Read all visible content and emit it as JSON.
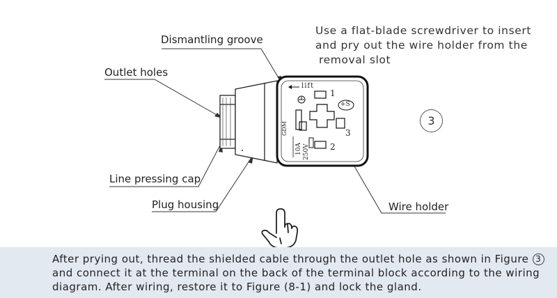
{
  "callouts": {
    "dismantling_groove": "Dismantling groove",
    "outlet_holes": "Outlet holes",
    "line_pressing_cap": "Line pressing cap",
    "plug_housing": "Plug housing",
    "wire_holder": "Wire holder"
  },
  "instruction": {
    "line1": "Use a flat-blade screwdriver to insert",
    "line2": "and pry out the wire holder from the",
    "line3": "removal slot"
  },
  "figure_number": "3",
  "terminal_labels": {
    "lift": "lift",
    "t1": "1",
    "t2": "2",
    "t3": "3",
    "plus_s": "+S",
    "gdm": "GDM",
    "rating_current": "10A",
    "rating_voltage": "250V"
  },
  "footer": {
    "line1_before": "After prying out, thread the shielded cable through the outlet hole as shown in Figure",
    "line1_circle": "3",
    "line2": "and connect it at the terminal on the back of the terminal block according to the wiring",
    "line3": "diagram. After wiring, restore it to Figure (8-1) and lock the gland."
  }
}
